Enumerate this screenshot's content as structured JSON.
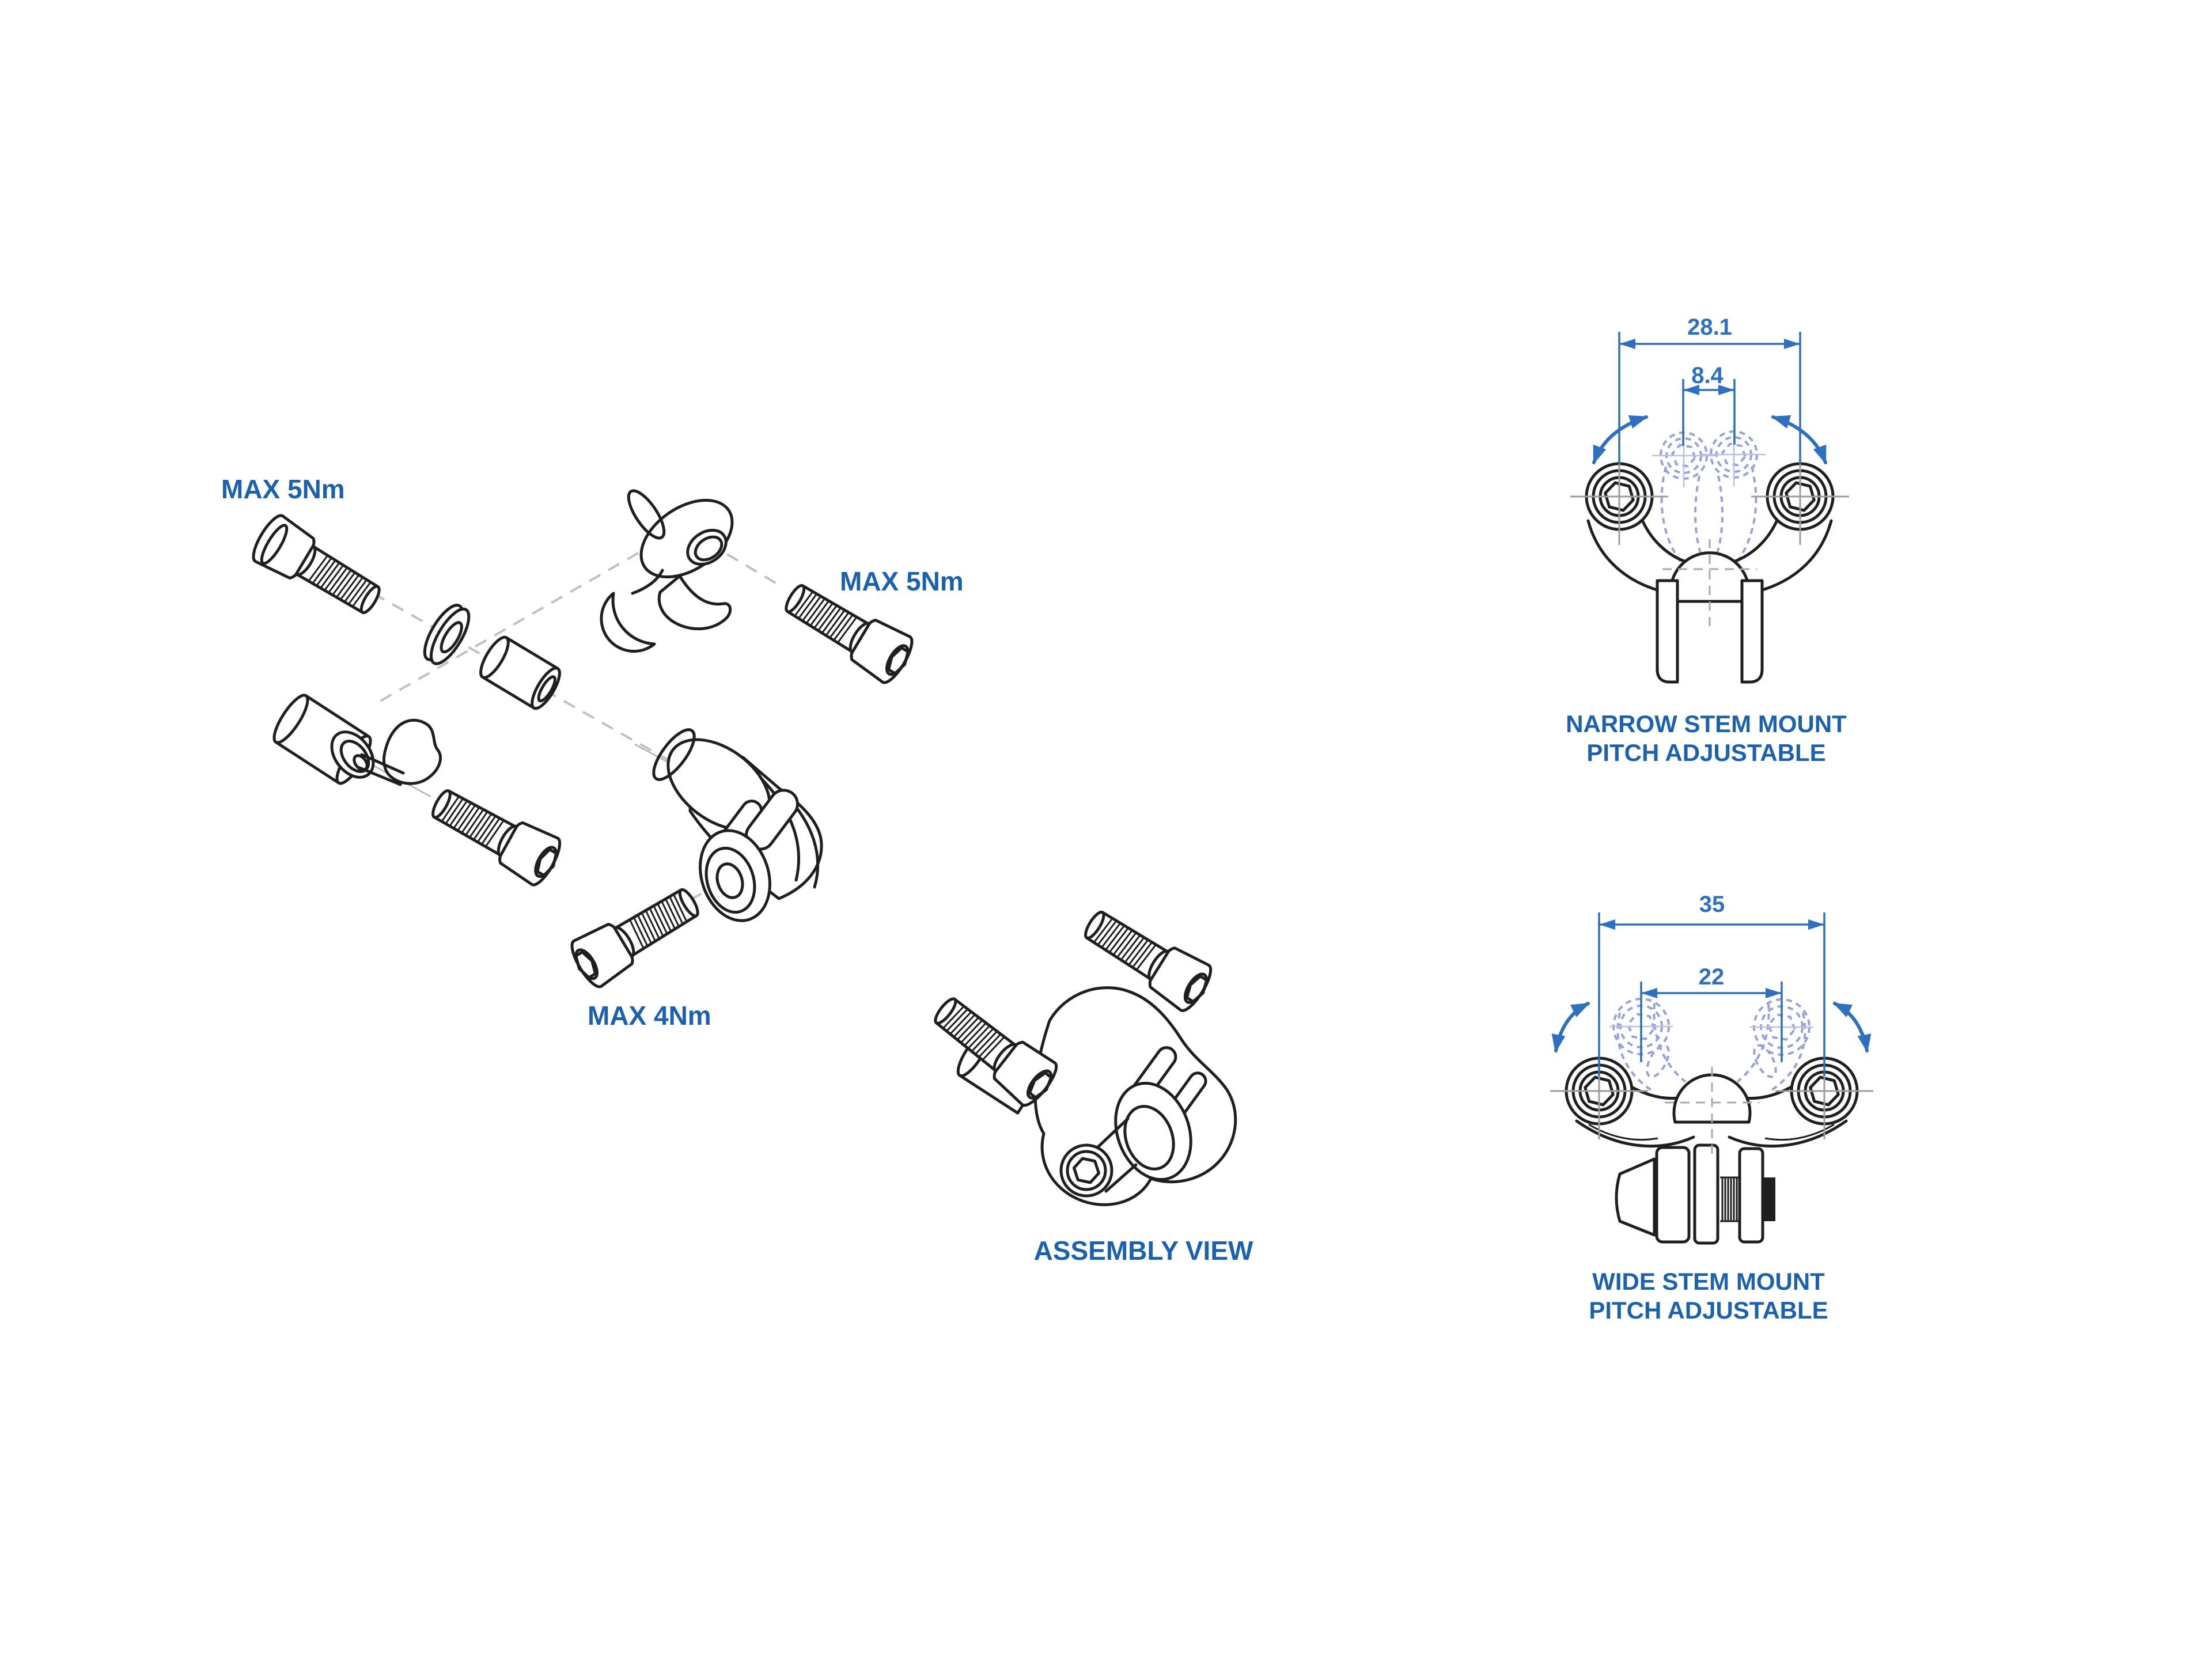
{
  "colors": {
    "label_blue": "#1b61ab",
    "dim_blue": "#2e6fbe",
    "ghost": "#98a2d8",
    "ink": "#1f1f1f",
    "dash": "#c0c0c0",
    "crosshair": "#9c9c9c",
    "bg": "#ffffff"
  },
  "exploded_view": {
    "torque_labels": [
      {
        "id": "top-left-bolt",
        "text": "MAX 5Nm"
      },
      {
        "id": "right-bolt",
        "text": "MAX 5Nm"
      },
      {
        "id": "lower-bolt",
        "text": "MAX 4Nm"
      }
    ]
  },
  "assembly_view": {
    "caption": "ASSEMBLY VIEW"
  },
  "narrow_stem_mount": {
    "caption_line1": "NARROW STEM MOUNT",
    "caption_line2": "PITCH ADJUSTABLE",
    "outer_width_mm": "28.1",
    "inner_width_mm": "8.4"
  },
  "wide_stem_mount": {
    "caption_line1": "WIDE STEM MOUNT",
    "caption_line2": "PITCH ADJUSTABLE",
    "outer_width_mm": "35",
    "inner_width_mm": "22"
  }
}
